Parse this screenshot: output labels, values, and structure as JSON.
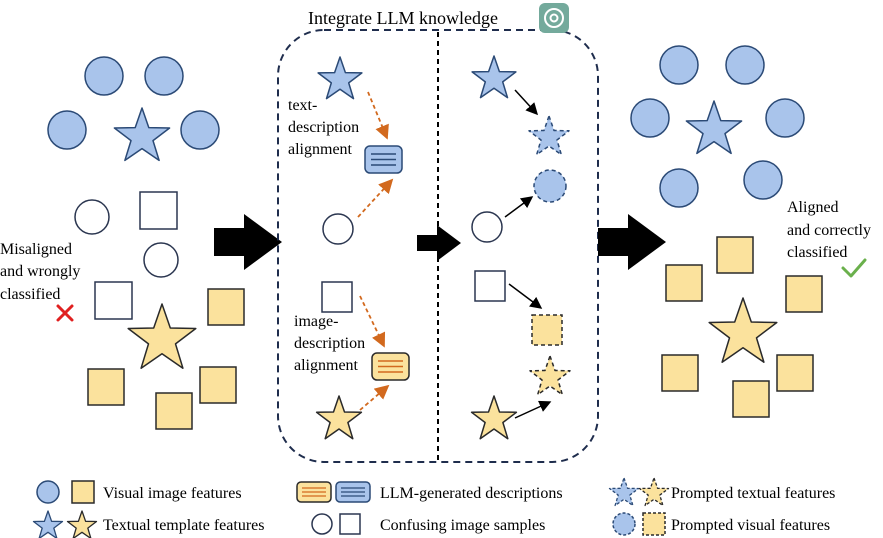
{
  "title": "Integrate LLM knowledge",
  "title_icon": "openai-logo-icon",
  "left_label": [
    "Misaligned",
    "and wrongly",
    "classified"
  ],
  "left_mark": "✕",
  "right_label": [
    "Aligned",
    "and correctly",
    "classified"
  ],
  "right_mark": "✓",
  "text_alignment_label": [
    "text-",
    "description",
    "alignment"
  ],
  "image_alignment_label": [
    "image-",
    "description",
    "alignment"
  ],
  "legend": {
    "visual": "Visual image features",
    "textual": "Textual template features",
    "llm": "LLM-generated descriptions",
    "confusing": "Confusing image samples",
    "prompted_textual": "Prompted textual features",
    "prompted_visual": "Prompted visual features"
  },
  "colors": {
    "blue_fill": "#a9c4eb",
    "blue_stroke": "#2b4a76",
    "yellow_fill": "#fbe29d",
    "yellow_stroke": "#2a2a2a",
    "arrow_orange": "#d2691e",
    "cross_red": "#e02020",
    "check_green": "#6ab04c",
    "dash_box": "#1f2d4d"
  }
}
